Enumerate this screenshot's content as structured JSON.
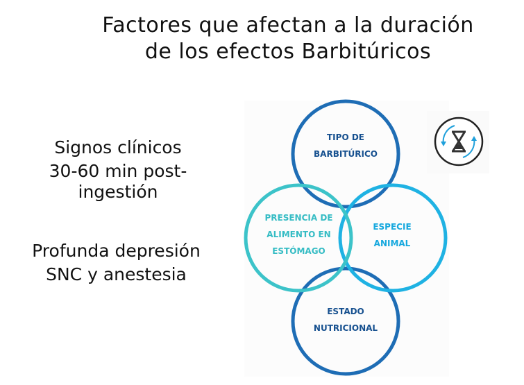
{
  "title": {
    "line1": "Factores que afectan a la duración",
    "line2": "de los efectos Barbitúricos"
  },
  "left_text": {
    "block1": [
      "Signos clínicos",
      "30-60 min post-",
      "ingestión"
    ],
    "block2": [
      "Profunda depresión",
      "SNC y anestesia"
    ]
  },
  "diagram": {
    "circles": [
      {
        "lines": [
          "TIPO DE",
          "BARBITÚRICO"
        ],
        "color": "#1e6db5"
      },
      {
        "lines": [
          "PRESENCIA DE",
          "ALIMENTO EN",
          "ESTÓMAGO"
        ],
        "color": "#3cc3c9"
      },
      {
        "lines": [
          "ESPECIE",
          "ANIMAL"
        ],
        "color": "#1fb2e3"
      },
      {
        "lines": [
          "ESTADO",
          "NUTRICIONAL"
        ],
        "color": "#1e6db5"
      }
    ],
    "text_colors": {
      "dark": "#16508f",
      "teal": "#35bcc4",
      "cyan": "#16a8de"
    }
  },
  "icon": "hourglass-cycle-icon"
}
